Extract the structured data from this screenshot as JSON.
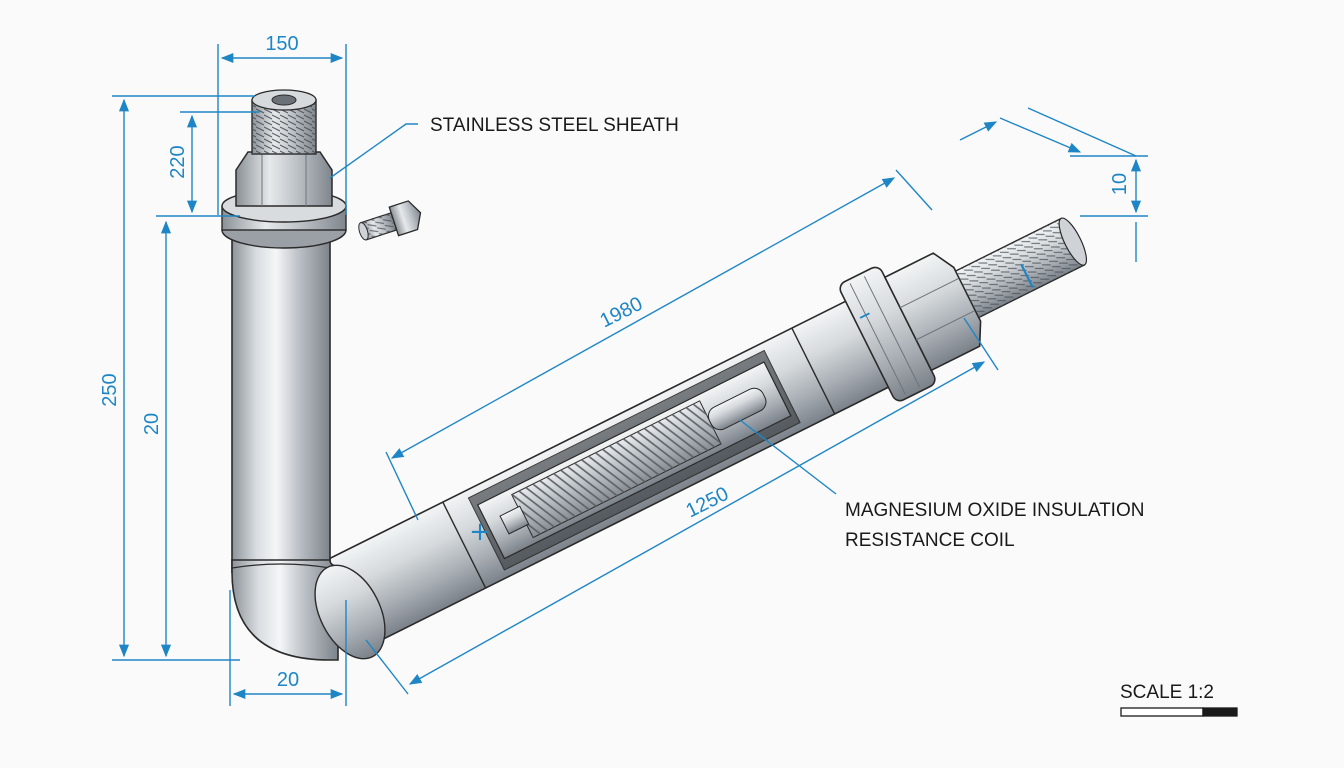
{
  "colors": {
    "dimension": "#1f86c6",
    "outline": "#2a2a2a",
    "steel_light": "#eef0f2",
    "steel_mid": "#b9bec4",
    "steel_dark": "#7f858c",
    "background": "#fafafa"
  },
  "dimensions": {
    "top_width": "150",
    "thread_height": "220",
    "total_height": "250",
    "inner_height": "20",
    "bottom_width": "20",
    "upper_length": "1980",
    "lower_length": "1250",
    "thread_dia": "10"
  },
  "labels": {
    "sheath": "STAINLESS STEEL SHEATH",
    "insulation": "MAGNESIUM OXIDE INSULATION",
    "coil": "RESISTANCE COIL"
  },
  "markers": {
    "positive": "+",
    "negative_body": "–",
    "negative_end": "|"
  },
  "scale": {
    "label": "SCALE 1:2"
  }
}
